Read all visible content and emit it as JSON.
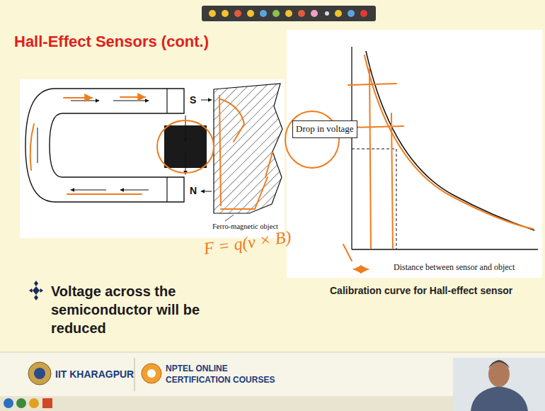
{
  "diagram": {
    "title": "Hall-Effect Sensors (cont.)",
    "caption": "Calibration curve for Hall-effect sensor",
    "nodes": [
      {
        "text": [
          "Drop in voltage"
        ]
      }
    ],
    "labels": [
      "S",
      "N",
      "Ferro-magnetic object",
      "Distance between sensor and object",
      "Voltage across the semiconductor will be reduced",
      "F = q(v × B)",
      "IIT KHARAGPUR",
      "NPTEL ONLINE",
      "CERTIFICATION COURSES"
    ]
  }
}
